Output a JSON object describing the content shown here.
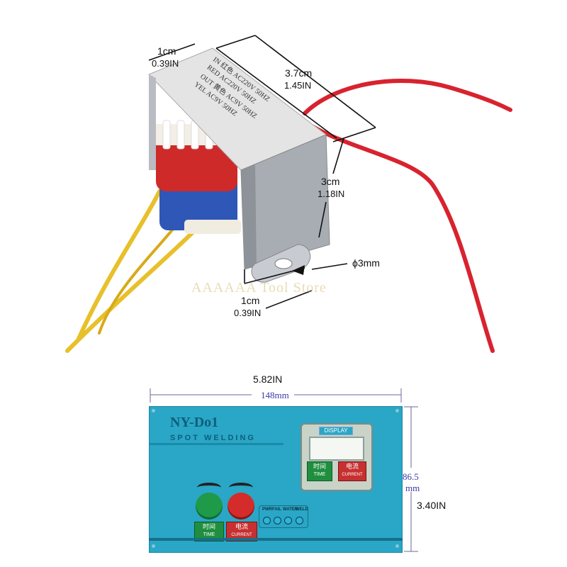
{
  "transformer": {
    "width_cm": "1cm",
    "width_in": "0.39IN",
    "length_cm": "3.7cm",
    "length_in": "1.45IN",
    "height_cm": "3cm",
    "height_in": "1.18IN",
    "hole": "ϕ3mm",
    "base_cm": "1cm",
    "base_in": "0.39IN",
    "label_lines": [
      "IN  红色  AC220V  50HZ",
      "RED  AC220V  50HZ",
      "OUT  黄色  AC9V  50HZ",
      "YEL  AC9V  50HZ"
    ]
  },
  "watermark": "AAAAAA Tool Store",
  "panel": {
    "width_in": "5.82IN",
    "width_mm": "148mm",
    "height_mm_top": "86.5",
    "height_mm_unit": "mm",
    "height_in": "3.40IN",
    "model": "NY-Do1",
    "subtitle": "SPOT WELDING",
    "display_label": "DISPLAY",
    "time_cn": "时间",
    "time_en": "TIME",
    "current_cn": "电流",
    "current_en": "CURRENT",
    "led_labels": [
      "PWR",
      "FAIL",
      "WATER",
      "WELD"
    ]
  },
  "colors": {
    "panel_blue": "#2aa6c6",
    "wire_red": "#d8232f",
    "wire_yellow": "#e7c02a"
  }
}
